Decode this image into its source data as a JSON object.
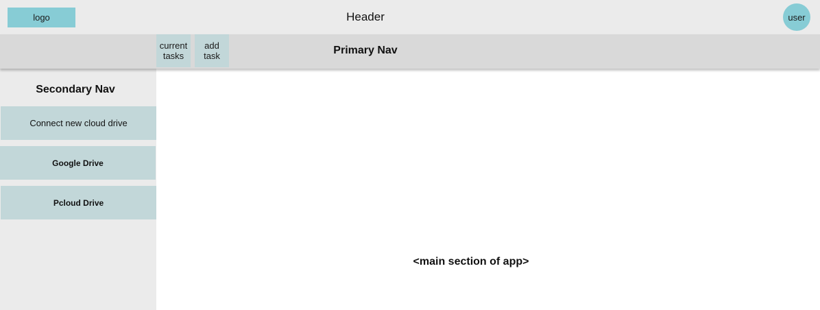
{
  "header": {
    "logo_label": "logo",
    "title": "Header",
    "user_label": "user"
  },
  "primary_nav": {
    "title": "Primary Nav",
    "tabs": [
      {
        "label": "current tasks"
      },
      {
        "label": "add task"
      }
    ]
  },
  "secondary_nav": {
    "title": "Secondary Nav",
    "items": [
      {
        "label": "Connect new cloud drive"
      },
      {
        "label": "Google Drive"
      },
      {
        "label": "Pcloud Drive"
      }
    ]
  },
  "main": {
    "placeholder": "<main section of app>"
  },
  "colors": {
    "accent": "#87ccd5",
    "button_fill": "#c2d7d9",
    "header_bg": "#ebebeb",
    "nav_bg": "#d9d9d9"
  }
}
